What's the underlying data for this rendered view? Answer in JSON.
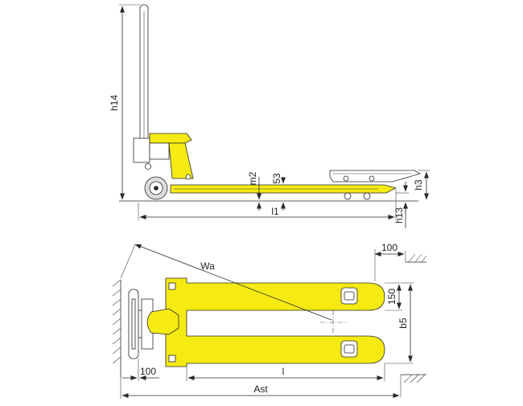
{
  "colors": {
    "body": "#f5ea12",
    "outline": "#2a2a2a",
    "background": "#ffffff",
    "wheel": "#dcdcdc"
  },
  "side_view": {
    "labels": {
      "handle_height": "h14",
      "fork_overall_length": "l1",
      "fork_thickness": "m2",
      "fork_lowered_height": "53",
      "fork_lift_height": "h3",
      "fork_lowered_ground": "h13"
    }
  },
  "top_view": {
    "labels": {
      "turning_radius": "Wa",
      "fork_tip_gap": "100",
      "fork_width": "150",
      "fork_spread": "b5",
      "handle_clearance": "100",
      "fork_length": "l",
      "aisle_width": "Ast"
    }
  }
}
